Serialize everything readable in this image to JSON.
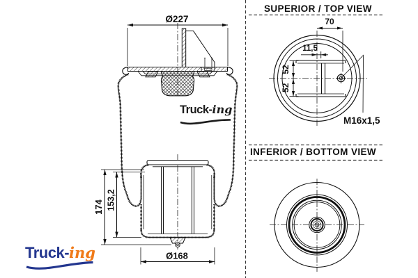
{
  "brand": {
    "name_bold": "Truck-",
    "name_script": "ing"
  },
  "views": {
    "front": {
      "dims": {
        "top_diameter": "Ø227",
        "total_height": "174",
        "piston_height": "153,2",
        "piston_diameter": "Ø168"
      }
    },
    "top": {
      "title": "SUPERIOR / TOP VIEW",
      "dims": {
        "stud_offset": "70",
        "plate_offset": "11,5",
        "upper_half": "52",
        "lower_half": "52",
        "thread": "M16x1,5"
      }
    },
    "bottom": {
      "title": "INFERIOR / BOTTOM VIEW"
    }
  }
}
